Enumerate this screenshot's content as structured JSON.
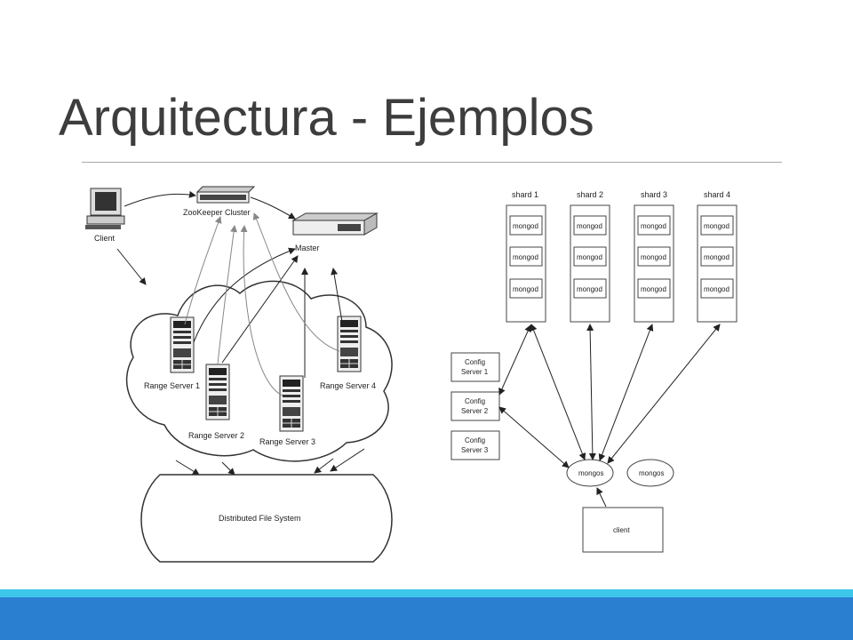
{
  "title": "Arquitectura - Ejemplos",
  "colors": {
    "footer_light": "#3cc7ea",
    "footer_dark": "#2a7fd0",
    "title": "#3d3d3d"
  },
  "left_diagram": {
    "client_label": "Client",
    "zookeeper_label": "ZooKeeper Cluster",
    "master_label": "Master",
    "range_servers": [
      {
        "label": "Range Server 1"
      },
      {
        "label": "Range Server 2"
      },
      {
        "label": "Range Server 3"
      },
      {
        "label": "Range Server 4"
      }
    ],
    "dfs_label": "Distributed File System"
  },
  "right_diagram": {
    "shards": [
      {
        "label": "shard 1",
        "nodes": [
          "mongod",
          "mongod",
          "mongod"
        ]
      },
      {
        "label": "shard 2",
        "nodes": [
          "mongod",
          "mongod",
          "mongod"
        ]
      },
      {
        "label": "shard 3",
        "nodes": [
          "mongod",
          "mongod",
          "mongod"
        ]
      },
      {
        "label": "shard 4",
        "nodes": [
          "mongod",
          "mongod",
          "mongod"
        ]
      }
    ],
    "config_servers": [
      {
        "line1": "Config",
        "line2": "Server 1"
      },
      {
        "line1": "Config",
        "line2": "Server 2"
      },
      {
        "line1": "Config",
        "line2": "Server 3"
      }
    ],
    "routers": [
      "mongos",
      "mongos"
    ],
    "client_label": "client"
  }
}
